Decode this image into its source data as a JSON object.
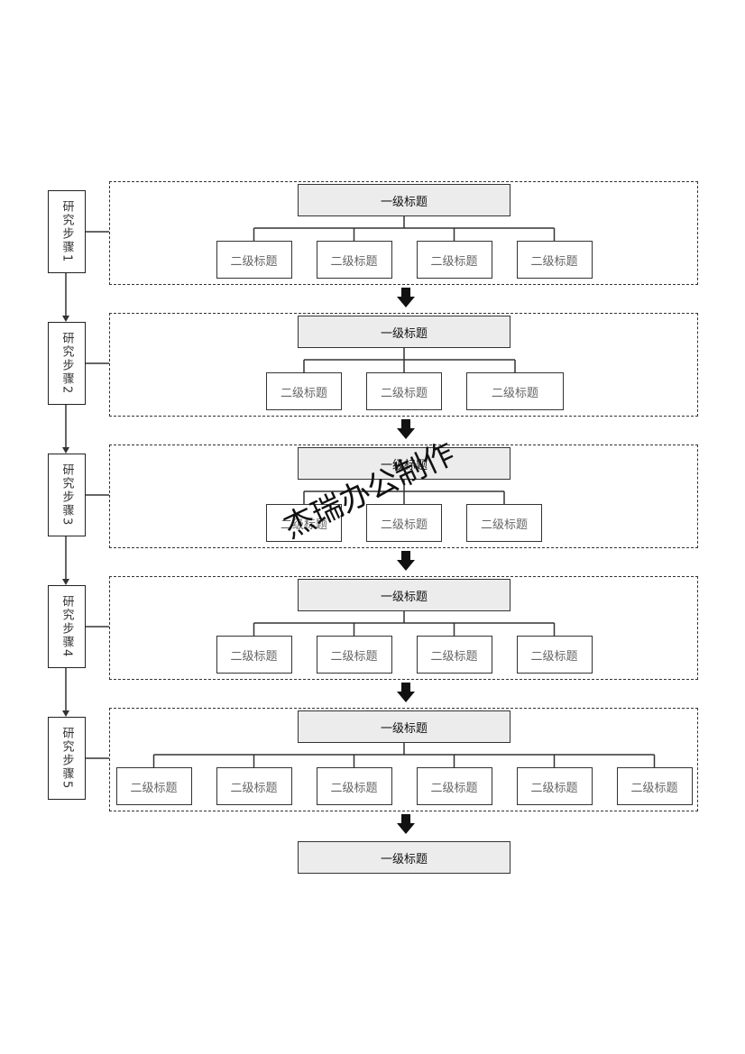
{
  "steps": [
    {
      "label": "研究步骤1",
      "title": "一级标题",
      "children": [
        "二级标题",
        "二级标题",
        "二级标题",
        "二级标题"
      ]
    },
    {
      "label": "研究步骤2",
      "title": "一级标题",
      "children": [
        "二级标题",
        "二级标题",
        "二级标题"
      ]
    },
    {
      "label": "研究步骤3",
      "title": "一级标题",
      "children": [
        "二级标题",
        "二级标题",
        "二级标题"
      ]
    },
    {
      "label": "研究步骤4",
      "title": "一级标题",
      "children": [
        "二级标题",
        "二级标题",
        "二级标题",
        "二级标题"
      ]
    },
    {
      "label": "研究步骤5",
      "title": "一级标题",
      "children": [
        "二级标题",
        "二级标题",
        "二级标题",
        "二级标题",
        "二级标题",
        "二级标题"
      ]
    }
  ],
  "final_title": "一级标题",
  "watermark": "杰瑞办公制作",
  "colors": {
    "line": "#333333",
    "title_fill": "#ececec",
    "arrow": "#111111"
  }
}
